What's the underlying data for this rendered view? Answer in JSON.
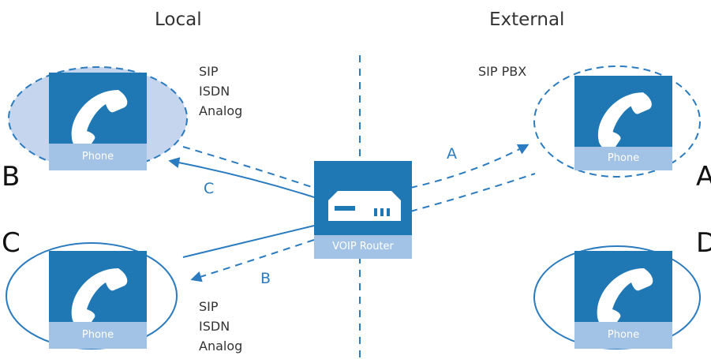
{
  "headers": {
    "local": "Local",
    "external": "External"
  },
  "protocols_top": [
    "SIP",
    "ISDN",
    "Analog"
  ],
  "protocols_bottom": [
    "SIP",
    "ISDN",
    "Analog"
  ],
  "pbx_label": "SIP PBX",
  "phone_letters": {
    "b": "B",
    "c": "C",
    "a": "A",
    "d": "D"
  },
  "router_label": "VOIP Router",
  "phone_label": "Phone",
  "arrow_labels": {
    "a": "A",
    "b": "B",
    "c": "C"
  },
  "colors": {
    "blue": "#1f78b4",
    "light_blue": "#a3c3e6",
    "ellipse_fill": "#c6d5ee",
    "line": "#2a7bbf"
  }
}
